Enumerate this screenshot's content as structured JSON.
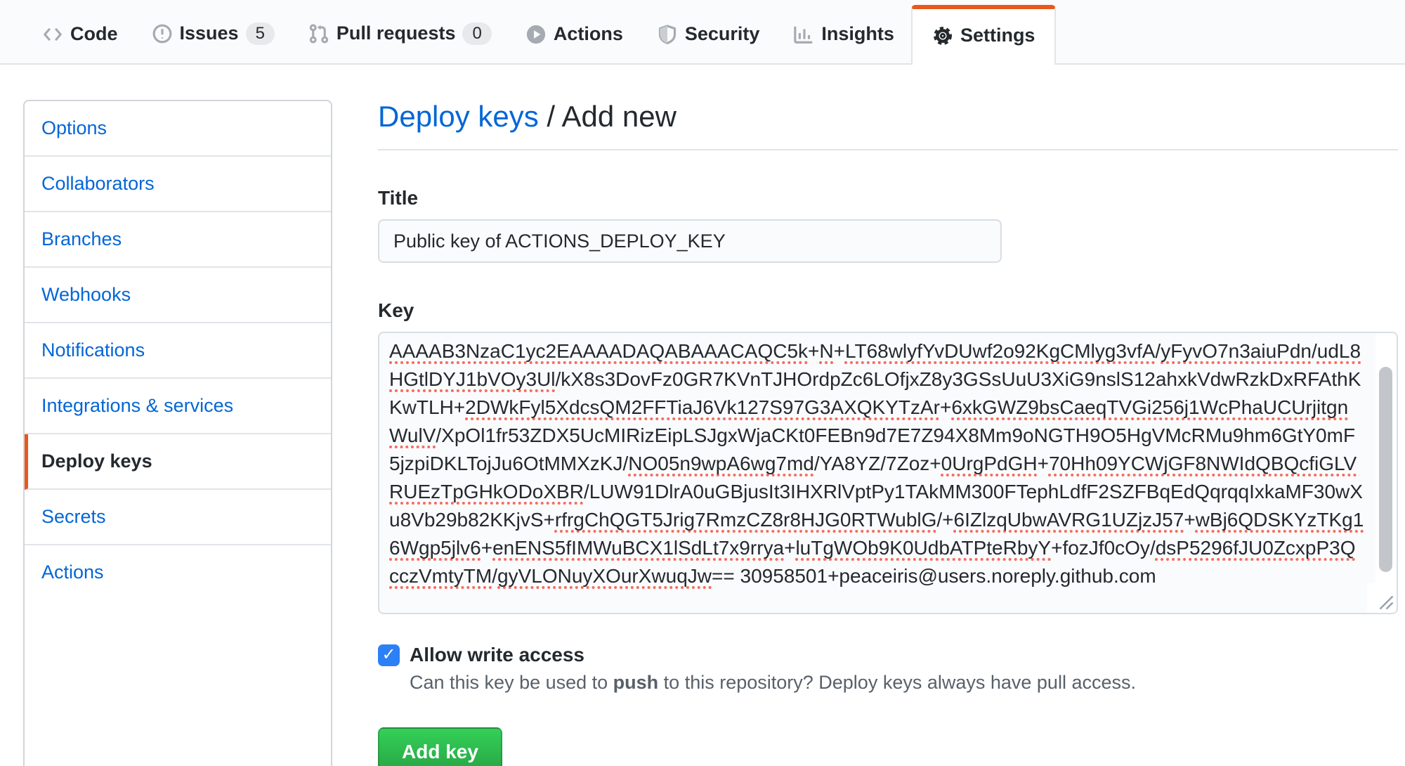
{
  "nav": {
    "tabs": [
      {
        "label": "Code"
      },
      {
        "label": "Issues",
        "count": "5"
      },
      {
        "label": "Pull requests",
        "count": "0"
      },
      {
        "label": "Actions"
      },
      {
        "label": "Security"
      },
      {
        "label": "Insights"
      },
      {
        "label": "Settings",
        "active": true
      }
    ]
  },
  "sidebar": {
    "items": [
      {
        "label": "Options"
      },
      {
        "label": "Collaborators"
      },
      {
        "label": "Branches"
      },
      {
        "label": "Webhooks"
      },
      {
        "label": "Notifications"
      },
      {
        "label": "Integrations & services"
      },
      {
        "label": "Deploy keys",
        "active": true
      },
      {
        "label": "Secrets"
      },
      {
        "label": "Actions"
      }
    ]
  },
  "main": {
    "breadcrumb": {
      "section": "Deploy keys",
      "separator": " / ",
      "page": "Add new"
    },
    "title_field": {
      "label": "Title",
      "value": "Public key of ACTIONS_DEPLOY_KEY"
    },
    "key_field": {
      "label": "Key",
      "segments": [
        {
          "t": "AAAAB3NzaC1yc2EAAAADAQABAAACAQC5k",
          "u": true
        },
        {
          "t": "+",
          "u": false
        },
        {
          "t": "N",
          "u": true
        },
        {
          "t": "+",
          "u": false
        },
        {
          "t": "LT68wlyfYvDUwf2o92KgCMlyg3vfA",
          "u": true
        },
        {
          "t": "/",
          "u": false
        },
        {
          "t": "yFyvO7n3aiuPdn",
          "u": true
        },
        {
          "t": "/",
          "u": false
        },
        {
          "t": "udL8HGtlDYJ1bVOy3Ul",
          "u": true
        },
        {
          "t": "/",
          "u": false
        },
        {
          "t": "kX8s3DovFz0GR7KVnTJHOrdpZc6LOfjxZ8y3GSsUuU3XiG9nslS12ahxkVdwRzkDxRFAthKKwTLH",
          "u": false
        },
        {
          "t": "+",
          "u": false
        },
        {
          "t": "2DWkFyl5XdcsQM2FFTiaJ6Vk127S97G3AXQKYTzAr",
          "u": true
        },
        {
          "t": "+",
          "u": false
        },
        {
          "t": "6xkGWZ9bsCaeqTVGi256j1WcPhaUCUrjitgnWulV",
          "u": true
        },
        {
          "t": "/",
          "u": false
        },
        {
          "t": "XpOl1fr53ZDX5UcMIRizEipLSJgxWjaCKt0FEBn9d7E7Z94X8Mm9oNGTH9O5HgVMcRMu9hm6GtY0mF5jzpiDKLTojJu6OtMMXzKJ",
          "u": false
        },
        {
          "t": "/",
          "u": false
        },
        {
          "t": "NO05n9wpA6wg7md",
          "u": true
        },
        {
          "t": "/",
          "u": false
        },
        {
          "t": "YA8YZ",
          "u": false
        },
        {
          "t": "/",
          "u": false
        },
        {
          "t": "7Zoz",
          "u": false
        },
        {
          "t": "+",
          "u": false
        },
        {
          "t": "0UrgPdGH",
          "u": true
        },
        {
          "t": "+",
          "u": false
        },
        {
          "t": "70Hh09YCWjGF8NWIdQBQcfiGLVRUEzTpGHkODoXBR",
          "u": true
        },
        {
          "t": "/",
          "u": false
        },
        {
          "t": "LUW91DlrA0uGBjusIt3IHXRlVptPy1TAkMM300FTephLdfF2SZFBqEdQqrqqIxkaMF30wXu8Vb29b82KKjvS",
          "u": false
        },
        {
          "t": "+",
          "u": false
        },
        {
          "t": "rfrgChQGT5Jrig7RmzCZ8r8HJG0RTWublG",
          "u": true
        },
        {
          "t": "/+",
          "u": false
        },
        {
          "t": "6IZlzqUbwAVRG1UZjzJ57",
          "u": true
        },
        {
          "t": "+",
          "u": false
        },
        {
          "t": "wBj6QDSKYzTKg16Wgp5jlv6",
          "u": true
        },
        {
          "t": "+",
          "u": false
        },
        {
          "t": "enENS5fIMWuBCX1lSdLt7x9rrya",
          "u": true
        },
        {
          "t": "+",
          "u": false
        },
        {
          "t": "luTgWOb9K0UdbATPteRbyY",
          "u": true
        },
        {
          "t": "+",
          "u": false
        },
        {
          "t": "fozJf0cOy",
          "u": false
        },
        {
          "t": "/",
          "u": false
        },
        {
          "t": "dsP5296fJU0ZcxpP3QcczVmtyTM",
          "u": true
        },
        {
          "t": "/",
          "u": false
        },
        {
          "t": "gyVLONuyXOurXwuqJw",
          "u": true
        },
        {
          "t": "== ",
          "u": false
        },
        {
          "t": "30958501+peaceiris@users.noreply.github.com",
          "u": false
        }
      ]
    },
    "write_access": {
      "label": "Allow write access",
      "checked": true,
      "check_glyph": "✓",
      "help_prefix": "Can this key be used to ",
      "help_bold": "push",
      "help_suffix": " to this repository? Deploy keys always have pull access."
    },
    "submit_label": "Add key"
  },
  "colors": {
    "tab_accent_orange": "#e8571c",
    "link_blue": "#0366d6",
    "button_green_top": "#34d058",
    "button_green_bottom": "#28a745",
    "checkbox_blue": "#2c80f6",
    "squiggle_red": "#f96a5e",
    "nav_background": "#fafbfc",
    "field_background": "#fafbfc"
  }
}
